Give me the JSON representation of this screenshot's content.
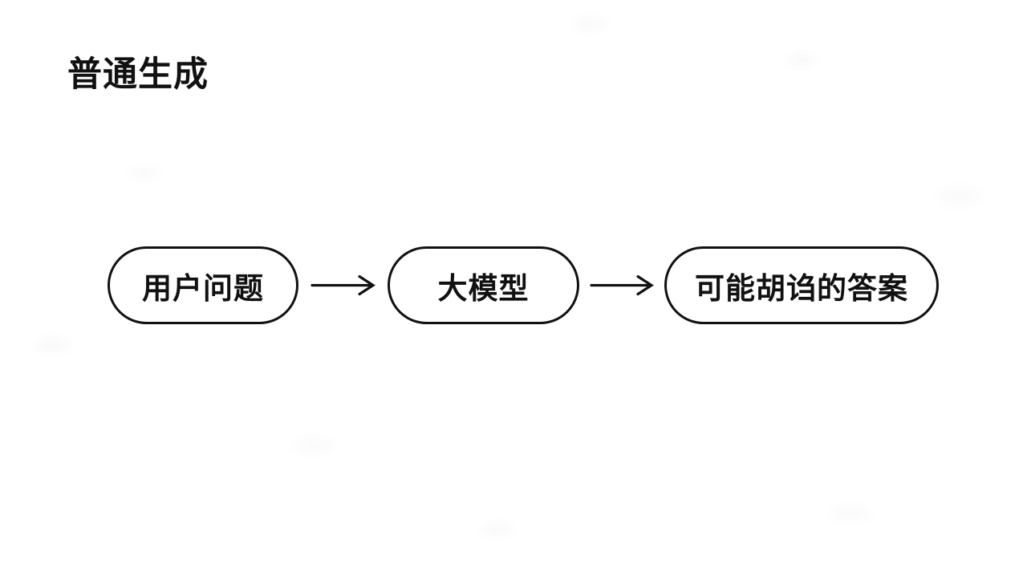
{
  "page": {
    "background_color": "#ffffff",
    "text_color": "#111111"
  },
  "title": {
    "text": "普通生成"
  },
  "diagram": {
    "type": "flowchart-left-to-right",
    "stroke_color": "#111111",
    "node_fill": "#ffffff",
    "nodes": [
      {
        "label": "用户问题",
        "shape": "pill"
      },
      {
        "label": "大模型",
        "shape": "pill"
      },
      {
        "label": "可能胡诌的答案",
        "shape": "pill"
      }
    ],
    "connectors": [
      {
        "from": "用户问题",
        "to": "大模型",
        "style": "arrow-right"
      },
      {
        "from": "大模型",
        "to": "可能胡诌的答案",
        "style": "arrow-right"
      }
    ]
  }
}
